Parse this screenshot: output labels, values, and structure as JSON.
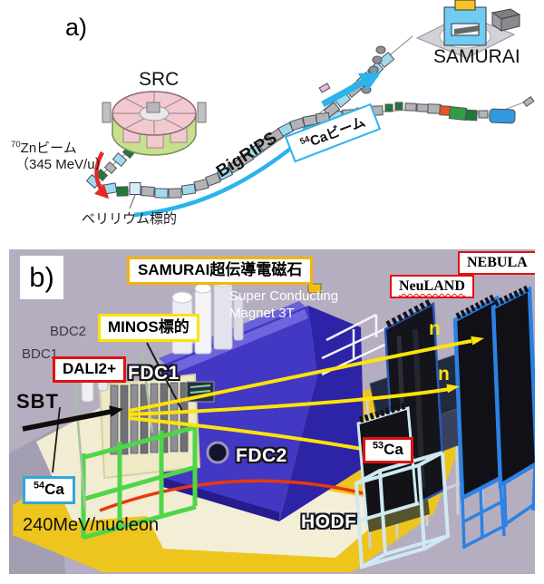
{
  "panel_a": {
    "tag": "a)",
    "src_label": "SRC",
    "beam_in_iso": "70",
    "beam_in_rest": "Znビーム",
    "beam_in_energy": "（345 MeV/u）",
    "target_label": "ベリリウム標的",
    "bigrips_label": "BigRIPS",
    "ca_beam_iso": "54",
    "ca_beam_rest": "Caビーム",
    "samurai_label": "SAMURAI"
  },
  "panel_b": {
    "tag": "b)",
    "magnet_label_jp": "SAMURAI超伝導電磁石",
    "magnet_label_en_line1": "Super Conducting",
    "magnet_label_en_line2": "Magnet 3T",
    "nebula_label": "NEBULA",
    "neuland_label": "NeuLAND",
    "minos_label": "MINOS標的",
    "bdc2_label": "BDC2",
    "bdc1_label": "BDC1",
    "dali2_label": "DALI2+",
    "fdc1_label": "FDC1",
    "sbt_label": "SBT",
    "ca54_iso": "54",
    "ca54_rest": "Ca",
    "beam_energy": "240MeV/nucleon",
    "fdc2_label": "FDC2",
    "hodf_label": "HODF",
    "ca53_iso": "53",
    "ca53_rest": "Ca",
    "neutron_label_1": "n",
    "neutron_label_2": "n"
  },
  "colors": {
    "panel_b_background": "#b5aec0",
    "magnet_blue": "#4338c4",
    "floor_yellow": "#edc51d",
    "beam_line_blue": "#2ab3ec",
    "beam_line_yellow": "#ffe30a",
    "injection_arrow_red": "#e82828",
    "label_border_red": "#e01111",
    "label_border_yellow": "#ffe100",
    "label_border_gold": "#f6b40a",
    "label_border_cyan": "#2fa8dc",
    "nebula_frame_blue": "#2b82e4",
    "dali_frame_green": "#4ed648",
    "hodf_frame_cyan": "#cfe9f2"
  }
}
